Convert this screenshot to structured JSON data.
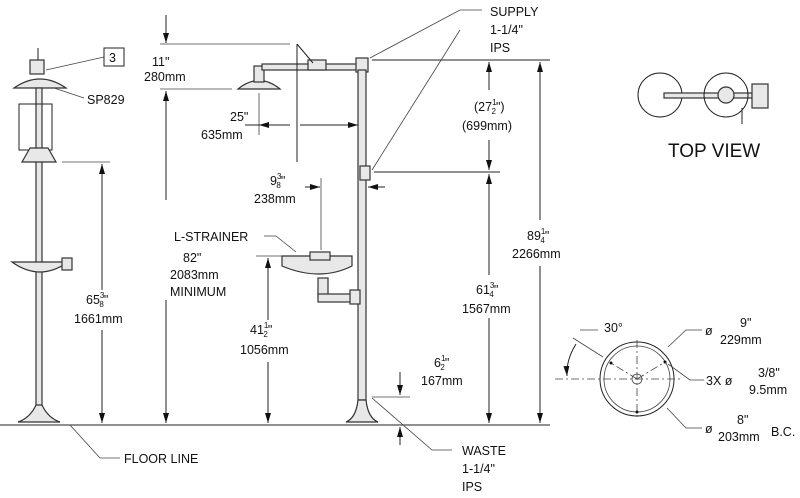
{
  "title": "Combination shower and eyewash station dimension drawing",
  "callouts": {
    "item_number": "3",
    "model": "SP829",
    "l_strainer": "L-STRAINER",
    "floor_line": "FLOOR LINE",
    "supply": [
      "SUPPLY",
      "1-1/4\"",
      "IPS"
    ],
    "waste": [
      "WASTE",
      "1-1/4\"",
      "IPS"
    ],
    "top_view": "TOP VIEW"
  },
  "dimensions": {
    "head_offset": {
      "in": "11\"",
      "mm": "280mm"
    },
    "reach": {
      "in": "25\"",
      "mm": "635mm"
    },
    "bowl_reach": {
      "whole": "9",
      "num": "3",
      "den": "8",
      "mm": "238mm"
    },
    "head_height_min": {
      "in": "82\"",
      "mm": "2083mm",
      "note": "MINIMUM"
    },
    "bowl_height": {
      "whole": "41",
      "num": "1",
      "den": "2",
      "mm": "1056mm"
    },
    "eyewash_height": {
      "whole": "65",
      "num": "3",
      "den": "8",
      "mm": "1661mm"
    },
    "supply_drop": {
      "open": "(",
      "whole": "27",
      "num": "1",
      "den": "2",
      "close": "\")",
      "mm": "(699mm)"
    },
    "supply_height": {
      "whole": "61",
      "num": "3",
      "den": "4",
      "mm": "1567mm"
    },
    "overall_height": {
      "whole": "89",
      "num": "1",
      "den": "4",
      "mm": "2266mm"
    },
    "waste_height": {
      "whole": "6",
      "num": "1",
      "den": "2",
      "mm": "167mm"
    }
  },
  "flange": {
    "angle": "30°",
    "diameter_symbol": "ø",
    "outer": {
      "in": "9\"",
      "mm": "229mm"
    },
    "holes": {
      "qty": "3X ø",
      "in": "3/8\"",
      "mm": "9.5mm"
    },
    "bolt_circle": {
      "in": "8\"",
      "mm": "203mm",
      "note": "B.C."
    }
  }
}
